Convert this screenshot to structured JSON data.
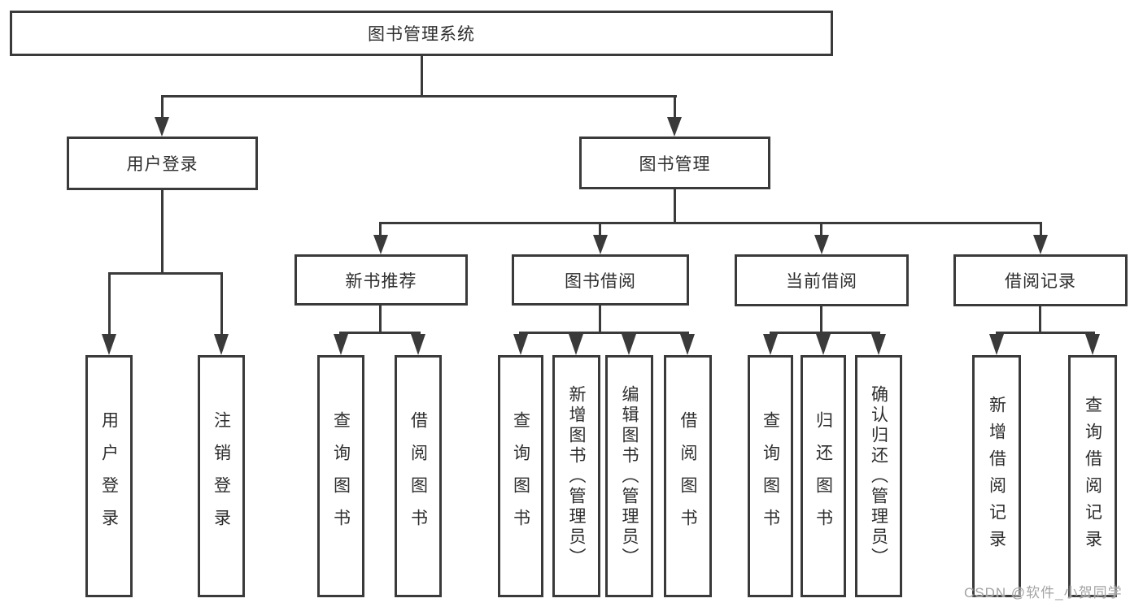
{
  "nodes": {
    "root": {
      "label": "图书管理系统"
    },
    "user_login": {
      "label": "用户登录"
    },
    "book_mgmt": {
      "label": "图书管理"
    },
    "new_book_rec": {
      "label": "新书推荐"
    },
    "book_borrow": {
      "label": "图书借阅"
    },
    "current_borrow": {
      "label": "当前借阅"
    },
    "borrow_records": {
      "label": "借阅记录"
    },
    "leaf_user_login": {
      "label": "用户登录"
    },
    "leaf_logout": {
      "label": "注销登录"
    },
    "rec_query": {
      "label": "查询图书"
    },
    "rec_borrow": {
      "label": "借阅图书"
    },
    "bb_query": {
      "label": "查询图书"
    },
    "bb_add": {
      "label": "新增图书（管理员）"
    },
    "bb_edit": {
      "label": "编辑图书（管理员）"
    },
    "bb_borrow": {
      "label": "借阅图书"
    },
    "cb_query": {
      "label": "查询图书"
    },
    "cb_return": {
      "label": "归还图书"
    },
    "cb_confirm": {
      "label": "确认归还（管理员）"
    },
    "br_add_record": {
      "label": "新增借阅记录"
    },
    "br_query_record": {
      "label": "查询借阅记录"
    }
  },
  "watermark": {
    "text": "CSDN @软件_小贺同学"
  },
  "colors": {
    "line": "#3a3a3a",
    "text": "#2d2d2d",
    "background": "#ffffff",
    "watermark": "#a3a3a3"
  }
}
